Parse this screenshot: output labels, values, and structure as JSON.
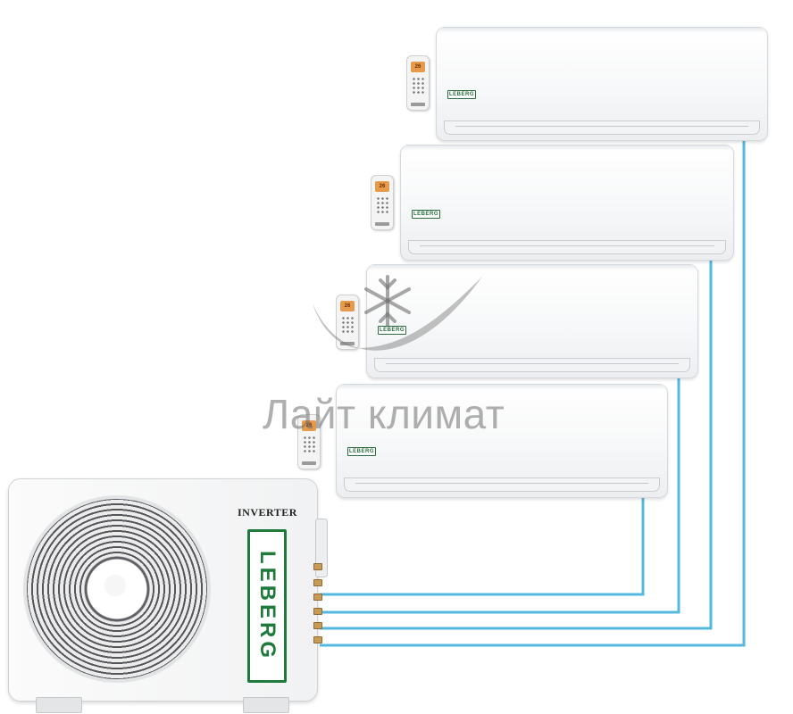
{
  "outdoor_unit": {
    "label": "INVERTER",
    "brand": "LEBERG"
  },
  "indoor_units": [
    {
      "id": 1,
      "brand_badge": "LEBERG",
      "remote_display": "26"
    },
    {
      "id": 2,
      "brand_badge": "LEBERG",
      "remote_display": "26"
    },
    {
      "id": 3,
      "brand_badge": "LEBERG",
      "remote_display": "26"
    },
    {
      "id": 4,
      "brand_badge": "LEBERG",
      "remote_display": "26"
    }
  ],
  "watermark": {
    "text": "Лайт климат",
    "icons": [
      "snowflake-icon",
      "leaf-icon"
    ]
  },
  "colors": {
    "pipe": "#55b8e0",
    "brand_green": "#1e7a3a",
    "remote_lcd": "#e69a4c"
  }
}
